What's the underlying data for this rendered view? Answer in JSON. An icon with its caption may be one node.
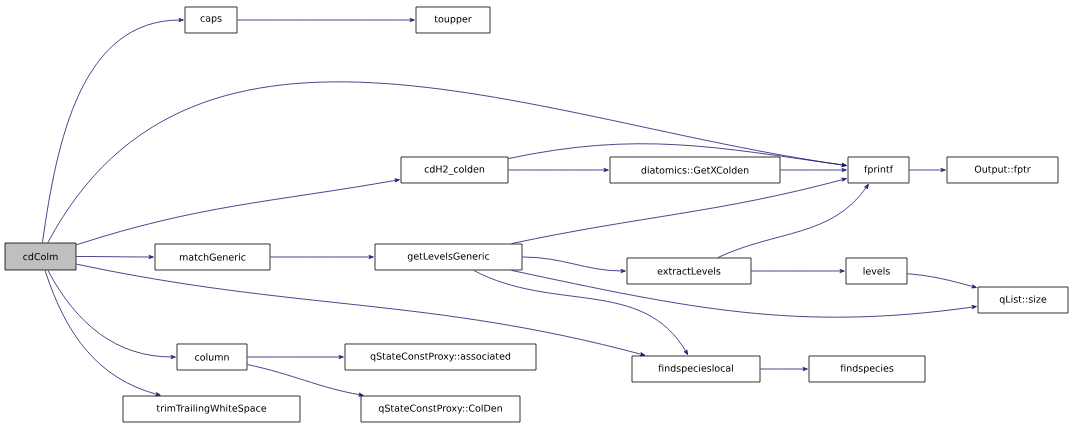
{
  "diagram": {
    "nodes": [
      {
        "text": [
          "cdColm"
        ]
      },
      {
        "text": [
          "caps"
        ]
      },
      {
        "text": [
          "toupper"
        ]
      },
      {
        "text": [
          "cdH2_colden"
        ]
      },
      {
        "text": [
          "diatomics::GetXColden"
        ]
      },
      {
        "text": [
          "fprintf"
        ]
      },
      {
        "text": [
          "Output::fptr"
        ]
      },
      {
        "text": [
          "matchGeneric"
        ]
      },
      {
        "text": [
          "getLevelsGeneric"
        ]
      },
      {
        "text": [
          "extractLevels"
        ]
      },
      {
        "text": [
          "levels"
        ]
      },
      {
        "text": [
          "qList::size"
        ]
      },
      {
        "text": [
          "column"
        ]
      },
      {
        "text": [
          "qStateConstProxy::associated"
        ]
      },
      {
        "text": [
          "findspecieslocal"
        ]
      },
      {
        "text": [
          "findspecies"
        ]
      },
      {
        "text": [
          "trimTrailingWhiteSpace"
        ]
      },
      {
        "text": [
          "qStateConstProxy::ColDen"
        ]
      }
    ],
    "edges": [
      {
        "from": 0,
        "to": 1,
        "arrow": "to"
      },
      {
        "from": 1,
        "to": 2,
        "arrow": "to"
      },
      {
        "from": 0,
        "to": 5,
        "arrow": "to"
      },
      {
        "from": 0,
        "to": 3,
        "arrow": "to"
      },
      {
        "from": 3,
        "to": 5,
        "arrow": "to"
      },
      {
        "from": 3,
        "to": 4,
        "arrow": "to"
      },
      {
        "from": 4,
        "to": 5,
        "arrow": "to"
      },
      {
        "from": 5,
        "to": 6,
        "arrow": "to"
      },
      {
        "from": 0,
        "to": 7,
        "arrow": "to"
      },
      {
        "from": 7,
        "to": 8,
        "arrow": "to"
      },
      {
        "from": 8,
        "to": 5,
        "arrow": "to"
      },
      {
        "from": 8,
        "to": 9,
        "arrow": "to"
      },
      {
        "from": 8,
        "to": 11,
        "arrow": "to"
      },
      {
        "from": 8,
        "to": 14,
        "arrow": "to"
      },
      {
        "from": 9,
        "to": 5,
        "arrow": "to"
      },
      {
        "from": 9,
        "to": 10,
        "arrow": "to"
      },
      {
        "from": 10,
        "to": 11,
        "arrow": "to"
      },
      {
        "from": 0,
        "to": 14,
        "arrow": "to"
      },
      {
        "from": 14,
        "to": 15,
        "arrow": "to"
      },
      {
        "from": 0,
        "to": 12,
        "arrow": "to"
      },
      {
        "from": 12,
        "to": 13,
        "arrow": "to"
      },
      {
        "from": 12,
        "to": 17,
        "arrow": "to"
      },
      {
        "from": 0,
        "to": 16,
        "arrow": "to"
      }
    ]
  }
}
